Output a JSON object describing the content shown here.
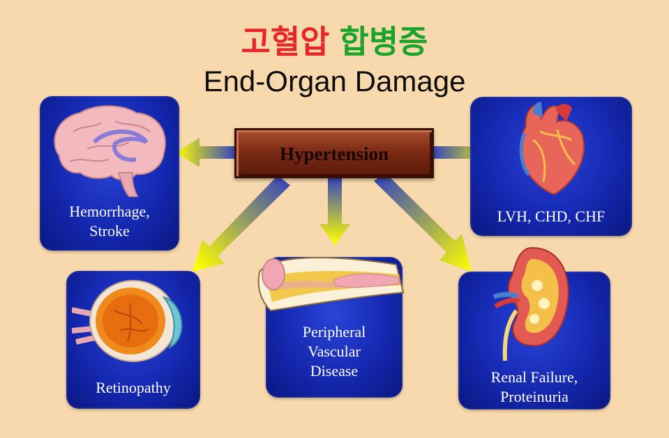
{
  "title": {
    "korean_part1": "고혈압",
    "korean_part2": "합병증",
    "english": "End-Organ Damage"
  },
  "center": {
    "label": "Hypertension"
  },
  "organs": {
    "brain": {
      "label_line1": "Hemorrhage,",
      "label_line2": "Stroke",
      "icon": "brain-icon"
    },
    "heart": {
      "label": "LVH, CHD, CHF",
      "icon": "heart-icon"
    },
    "eye": {
      "label": "Retinopathy",
      "icon": "eye-icon"
    },
    "vessel": {
      "label_line1": "Peripheral",
      "label_line2": "Vascular",
      "label_line3": "Disease",
      "icon": "artery-icon"
    },
    "kidney": {
      "label_line1": "Renal Failure,",
      "label_line2": "Proteinuria",
      "icon": "kidney-icon"
    }
  },
  "colors": {
    "background": "#f8d9ad",
    "box_blue": "#1428b0",
    "center_brown": "#7d2c16",
    "arrow_yellow": "#ffff00",
    "title_red": "#e8262a",
    "title_green": "#1aa52a"
  }
}
